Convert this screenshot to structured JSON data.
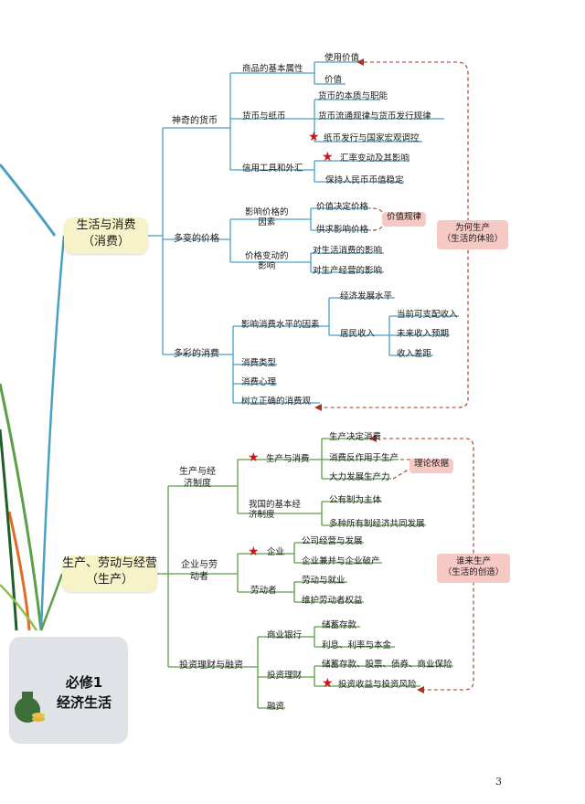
{
  "book": {
    "title_line1": "必修1",
    "title_line2": "经济生活"
  },
  "page_number": "3",
  "colors": {
    "branch_line": "#5b9f46",
    "sub_line": "#4a9fc4",
    "dashed": "#a83224",
    "root_fill": "#f7f3c8",
    "tag_fill": "#f7c9c4",
    "star": "#c8161d"
  },
  "section1": {
    "root_line1": "生活与消费",
    "root_line2": "（消费）",
    "tag_line1": "为何生产",
    "tag_line2": "（生活的体验）",
    "hub_money": "神奇的货币",
    "money_attr": "商品的基本属性",
    "use_value": "使用价值",
    "value": "价值",
    "paper_money": "货币与纸币",
    "nature_function": "货币的本质与职能",
    "circulation_law": "货币流通规律与货币发行规律",
    "issue_macro": "纸币发行与国家宏观调控",
    "credit_forex": "信用工具和外汇",
    "exchange_rate": "汇率变动及其影响",
    "rmb_stable": "保持人民币币值稳定",
    "hub_price": "多变的价格",
    "price_factors_1": "影响价格的",
    "price_factors_2": "因素",
    "value_decides": "价值决定价格",
    "supply_demand": "供求影响价格",
    "value_law": "价值规律",
    "price_effect_1": "价格变动的",
    "price_effect_2": "影响",
    "effect_life": "对生活消费的影响",
    "effect_production": "对生产经营的影响",
    "hub_consume": "多彩的消费",
    "consume_factors": "影响消费水平的因素",
    "econ_level": "经济发展水平",
    "resident_income": "居民收入",
    "disposable_income": "当前可支配收入",
    "future_income": "未来收入预期",
    "income_gap": "收入差距",
    "consume_type": "消费类型",
    "consume_psych": "消费心理",
    "right_view": "树立正确的消费观"
  },
  "section2": {
    "root_line1": "生产、劳动与经营",
    "root_line2": "（生产）",
    "tag_line1": "谁来生产",
    "tag_line2": "（生活的创造）",
    "theory_basis": "理论依据",
    "hub_system_1": "生产与经",
    "hub_system_2": "济制度",
    "prod_consume": "生产与消费",
    "prod_decides": "生产决定消费",
    "consume_reacts": "消费反作用于生产",
    "develop_productivity": "大力发展生产力",
    "basic_system_1": "我国的基本经",
    "basic_system_2": "济制度",
    "public_main": "公有制为主体",
    "multi_ownership": "多种所有制经济共同发展",
    "hub_enterprise_1": "企业与劳",
    "hub_enterprise_2": "动者",
    "enterprise": "企业",
    "company_ops": "公司经营与发展",
    "merger_bankrupt": "企业兼并与企业破产",
    "laborer": "劳动者",
    "labor_employment": "劳动与就业",
    "rights": "维护劳动者权益",
    "hub_invest": "投资理财与融资",
    "commercial_bank": "商业银行",
    "savings": "储蓄存款",
    "interest": "利息、利率与本金",
    "invest_finance": "投资理财",
    "products": "储蓄存款、股票、债券、商业保险",
    "return_risk": "投资收益与投资风险",
    "financing": "融资"
  }
}
